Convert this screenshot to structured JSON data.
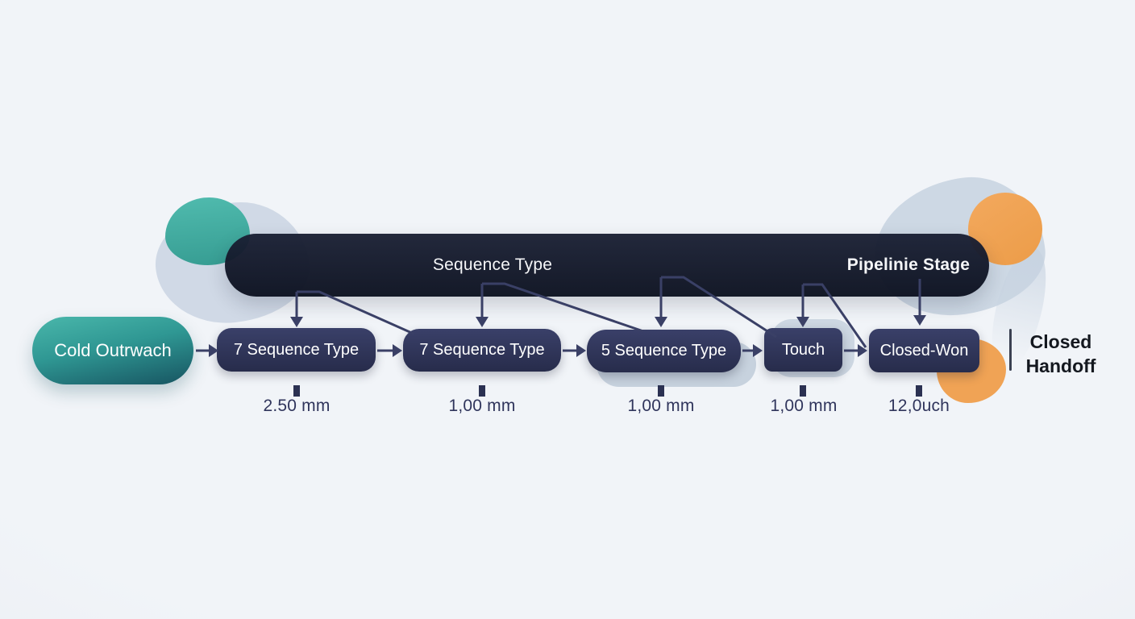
{
  "header": {
    "sequence_label": "Sequence Type",
    "pipeline_label": "Pipelinie Stage"
  },
  "source": {
    "label": "Cold Outrwach"
  },
  "stages": [
    {
      "label": "7 Sequence Type",
      "metric": "2.50 mm"
    },
    {
      "label": "7 Sequence Type",
      "metric": "1,00 mm"
    },
    {
      "label": "5 Sequence Type",
      "metric": "1,00 mm"
    },
    {
      "label": "Touch",
      "metric": "1,00 mm"
    },
    {
      "label": "Closed-Won",
      "metric": "12,0uch"
    }
  ],
  "handoff_note": {
    "line1": "Closed",
    "line2": "Handoff"
  },
  "colors": {
    "background": "#eef1f6",
    "header_bar": "#141a2e",
    "node": "#2c3255",
    "source_teal_start": "#4ab7ab",
    "source_teal_end": "#175461",
    "accent_orange": "#f0a355",
    "blob_gray": "#cbd5e2",
    "connector": "#3a4066",
    "metric_text": "#30355c",
    "note_text": "#14181f"
  }
}
